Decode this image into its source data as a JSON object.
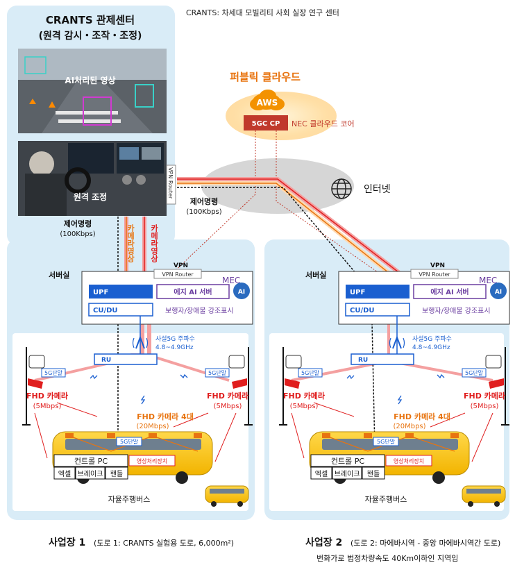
{
  "header_caption": "CRANTS: 차세대 모빌리티 사회 실장 연구 센터",
  "control_center": {
    "title_line1": "CRANTS 관제센터",
    "title_line2": "(원격 감시・조작・조정)",
    "ai_video_label": "AI처리된 영상",
    "remote_label": "원격 조정",
    "vpn_router_vertical": "VPN Router",
    "command_label": "제어명령",
    "command_rate": "(100Kbps)"
  },
  "cloud": {
    "title": "퍼블릭 클라우드",
    "aws": "AWS",
    "core": "5GC CP",
    "core_desc": "NEC 클라우드 코어"
  },
  "internet": {
    "label": "인터넷",
    "command_label": "제어명령",
    "command_rate": "(100Kbps)"
  },
  "camera_video_vertical_1": "카메라영상",
  "camera_video_vertical_2": "카메라영상",
  "sites": [
    {
      "server_room": "서버실",
      "vpn": "VPN",
      "vpn_router": "VPN Router",
      "mec": "MEC",
      "upf": "UPF",
      "cudu": "CU/DU",
      "edge_server": "에지 AI 서버",
      "highlight": "보행자/장애물 강조표시",
      "ai_badge": "AI",
      "freq_line1": "사설5G 주파수",
      "freq_line2": "4.8~4.9GHz",
      "ru": "RU",
      "terminal_left": "5G단말",
      "terminal_right": "5G단말",
      "cam_left": "FHD 카메라",
      "cam_left_rate": "(5Mbps)",
      "cam_right": "FHD 카메라",
      "cam_right_rate": "(5Mbps)",
      "bus_cam": "FHD 카메라 4대",
      "bus_cam_rate": "(20Mbps)",
      "bus_terminal": "5G단말",
      "pc": "컨트롤 PC",
      "video_proc": "영상처리장치",
      "controls": [
        "엑셀",
        "브레이크",
        "핸들"
      ],
      "bus_label": "자율주행버스",
      "title": "사업장 1",
      "subtitle": "(도로 1: CRANTS 실험용 도로, 6,000m²)",
      "extra": ""
    },
    {
      "server_room": "서버실",
      "vpn": "VPN",
      "vpn_router": "VPN Router",
      "mec": "MEC",
      "upf": "UPF",
      "cudu": "CU/DU",
      "edge_server": "에지 AI 서버",
      "highlight": "보행자/장애물 강조표시",
      "ai_badge": "AI",
      "freq_line1": "사설5G 주파수",
      "freq_line2": "4.8~4.9GHz",
      "ru": "RU",
      "terminal_left": "5G단말",
      "terminal_right": "5G단말",
      "cam_left": "FHD 카메라",
      "cam_left_rate": "(5Mbps)",
      "cam_right": "FHD 카메라",
      "cam_right_rate": "(5Mbps)",
      "bus_cam": "FHD 카메라 4대",
      "bus_cam_rate": "(20Mbps)",
      "bus_terminal": "5G단말",
      "pc": "컨트롤 PC",
      "video_proc": "영상처리장치",
      "controls": [
        "엑셀",
        "브레이크",
        "핸들"
      ],
      "bus_label": "자율주행버스",
      "title": "사업장 2",
      "subtitle": "(도로 2: 마에바시역 - 중앙 마에바시역간 도로)",
      "extra": "번화가로 법정차량속도 40Km이하인 지역임"
    }
  ],
  "colors": {
    "panel_bg": "#d9ecf7",
    "blue": "#1a5fd0",
    "red": "#e01e1e",
    "orange": "#e87410",
    "purple": "#6b3fa0",
    "cloud_title": "#e87410",
    "core_box": "#c0392b"
  }
}
